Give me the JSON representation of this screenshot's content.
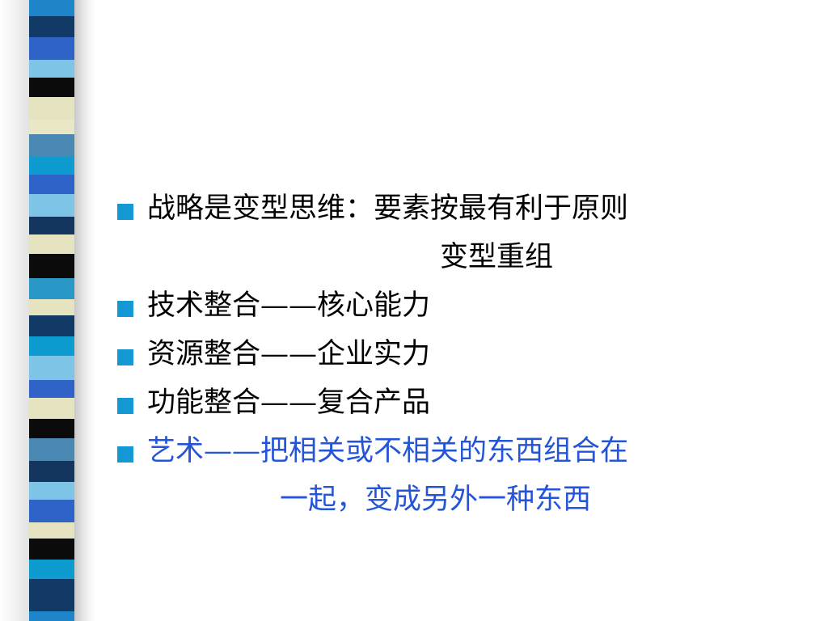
{
  "colors": {
    "bullet_marker": "#1599d4",
    "text_default": "#000000",
    "text_highlight": "#2455d6"
  },
  "slide": {
    "bullets": [
      {
        "line1": "战略是变型思维：要素按最有利于原则",
        "line2": "变型重组",
        "color": "#000000"
      },
      {
        "line1": "技术整合——核心能力",
        "color": "#000000"
      },
      {
        "line1": "资源整合——企业实力",
        "color": "#000000"
      },
      {
        "line1": "功能整合——复合产品",
        "color": "#000000"
      },
      {
        "line1": "艺术——把相关或不相关的东西组合在",
        "line2": "一起，变成另外一种东西",
        "color": "#2455d6"
      }
    ]
  }
}
